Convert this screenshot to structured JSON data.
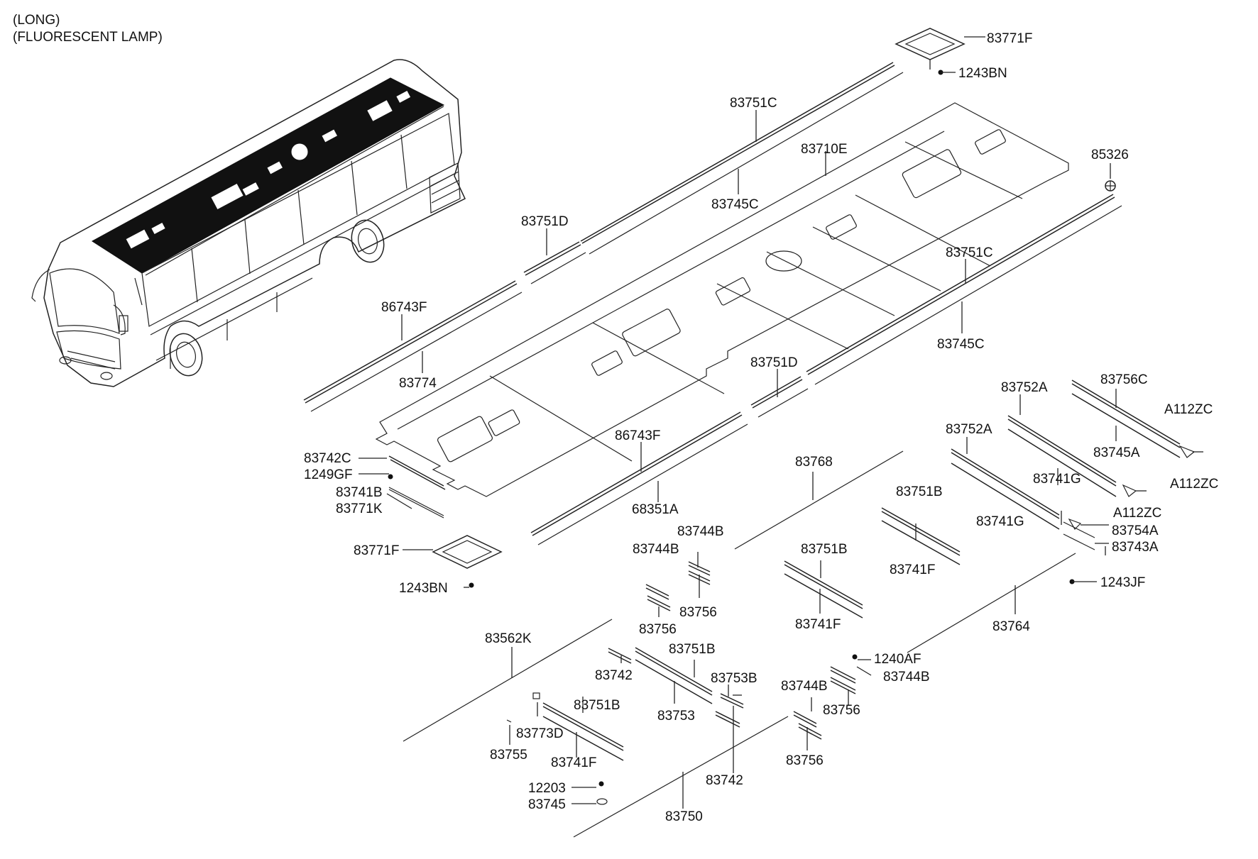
{
  "header": {
    "line1": "(LONG)",
    "line2": "(FLUORESCENT LAMP)"
  },
  "labels": {
    "p83771F_top": "83771F",
    "p1243BN_top": "1243BN",
    "p83751C_top": "83751C",
    "p83710E": "83710E",
    "p85326": "85326",
    "p83745C_top": "83745C",
    "p83751D_top": "83751D",
    "p83751C_right": "83751C",
    "p86743F_top": "86743F",
    "p83745C_right": "83745C",
    "p83774": "83774",
    "p83751D_mid": "83751D",
    "p83756C": "83756C",
    "p83752A_1": "83752A",
    "pA112ZC_1": "A112ZC",
    "p83752A_2": "83752A",
    "p83745A": "83745A",
    "p86743F_mid": "86743F",
    "p83742C": "83742C",
    "p1249GF": "1249GF",
    "p83768": "83768",
    "p83741G_1": "83741G",
    "pA112ZC_2": "A112ZC",
    "p83741B": "83741B",
    "p83771K": "83771K",
    "p68351A": "68351A",
    "p83751B_1": "83751B",
    "pA112ZC_3": "A112ZC",
    "p83741G_2": "83741G",
    "p83754A": "83754A",
    "p83744B_1": "83744B",
    "p83743A": "83743A",
    "p83771F_left": "83771F",
    "p83744B_2": "83744B",
    "p83751B_2": "83751B",
    "p83741F_1": "83741F",
    "p1243JF": "1243JF",
    "p1243BN_left": "1243BN",
    "p83756_1": "83756",
    "p83756_2": "83756",
    "p83741F_2": "83741F",
    "p83764": "83764",
    "p83562K": "83562K",
    "p83751B_3": "83751B",
    "p1240AF": "1240AF",
    "p83744B_3": "83744B",
    "p83742_1": "83742",
    "p83753B": "83753B",
    "p83744B_4": "83744B",
    "p83751B_4": "83751B",
    "p83753": "83753",
    "p83756_3": "83756",
    "p83773D": "83773D",
    "p83755": "83755",
    "p83741F_3": "83741F",
    "p83756_4": "83756",
    "p83742_2": "83742",
    "p12203": "12203",
    "p83745": "83745",
    "p83750": "83750"
  }
}
